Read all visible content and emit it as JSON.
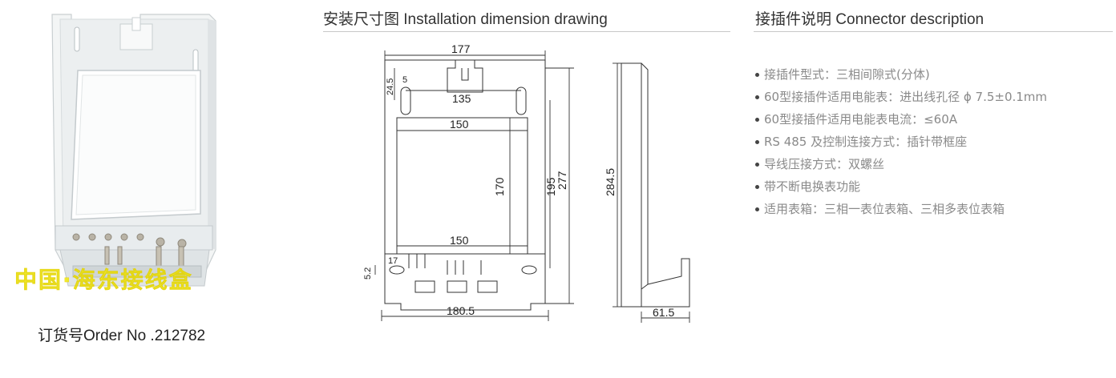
{
  "product": {
    "watermark": "中国·海东接线盒",
    "order_label": "订货号Order No .212782"
  },
  "installation": {
    "title": "安装尺寸图 Installation dimension drawing",
    "dims": {
      "d177": "177",
      "d24_5": "24.5",
      "d5": "5",
      "d135": "135",
      "d150_top": "150",
      "d170": "170",
      "d195": "195",
      "d277": "277",
      "d284_5": "284.5",
      "d150_bottom": "150",
      "d17": "17",
      "d5_2": "5.2",
      "d180_5": "180.5",
      "d61_5": "61.5"
    }
  },
  "connector": {
    "title": "接插件说明 Connector description",
    "items": [
      "接插件型式：三相间隙式(分体)",
      "60型接插件适用电能表：进出线孔径 ϕ 7.5±0.1mm",
      "60型接插件适用电能表电流：≤60A",
      "RS 485 及控制连接方式：插针带框座",
      "导线压接方式：双螺丝",
      "带不断电换表功能",
      "适用表箱：三相一表位表箱、三相多表位表箱"
    ]
  }
}
